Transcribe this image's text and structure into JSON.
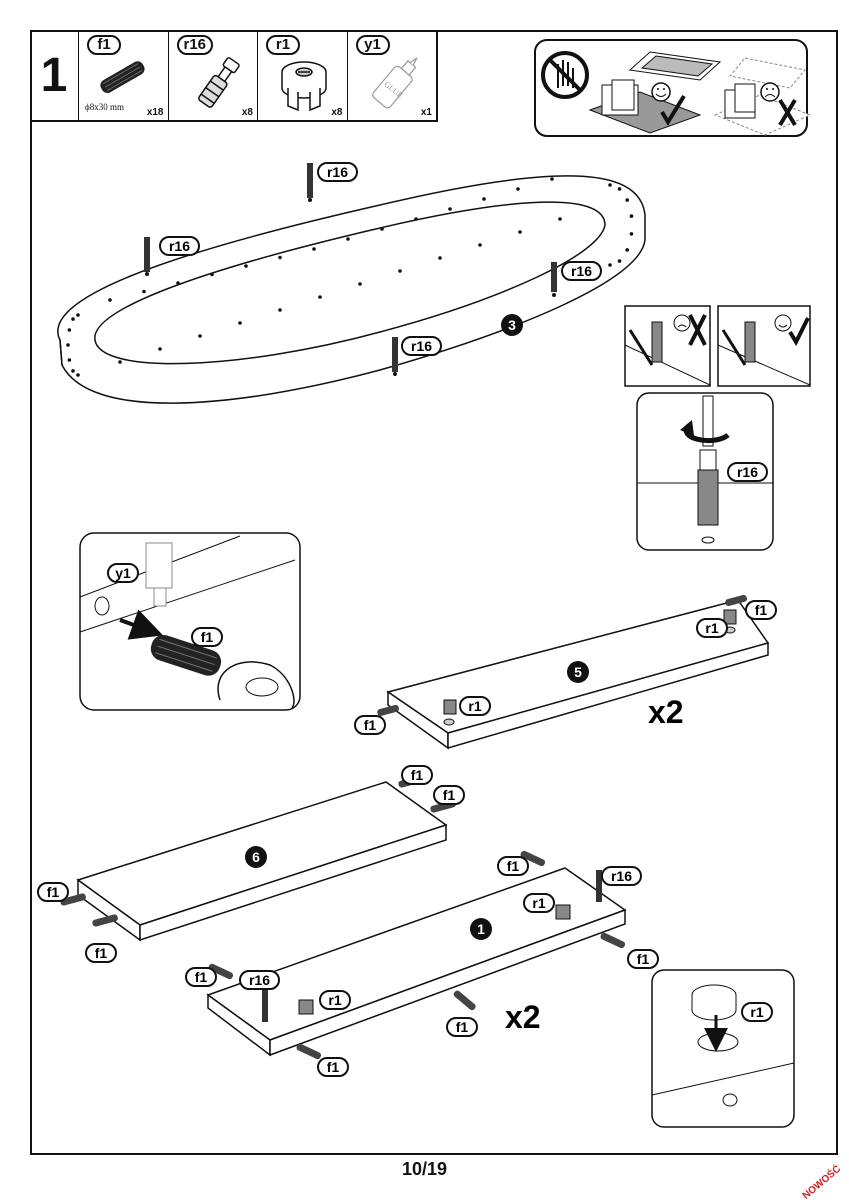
{
  "step": {
    "number": "1"
  },
  "parts": [
    {
      "code": "f1",
      "count": "x18",
      "dimension": "ϕ8x30 mm",
      "icon": "dowel-icon"
    },
    {
      "code": "r16",
      "count": "x8",
      "dimension": "",
      "icon": "connector-bolt-icon"
    },
    {
      "code": "r1",
      "count": "x8",
      "dimension": "",
      "icon": "cam-lock-icon"
    },
    {
      "code": "y1",
      "count": "x1",
      "dimension": "",
      "icon": "glue-bottle-icon"
    }
  ],
  "labels": {
    "f1": "f1",
    "r16": "r16",
    "r1": "r1",
    "y1": "y1",
    "panel_3": "3",
    "panel_5": "5",
    "panel_6": "6",
    "panel_1": "1",
    "qty_x2": "x2",
    "glue_text": "GLUE"
  },
  "footer": {
    "page": "10/19",
    "badge": "NOWOŚĆ"
  },
  "colors": {
    "ink": "#111111",
    "badge": "#d42020"
  }
}
